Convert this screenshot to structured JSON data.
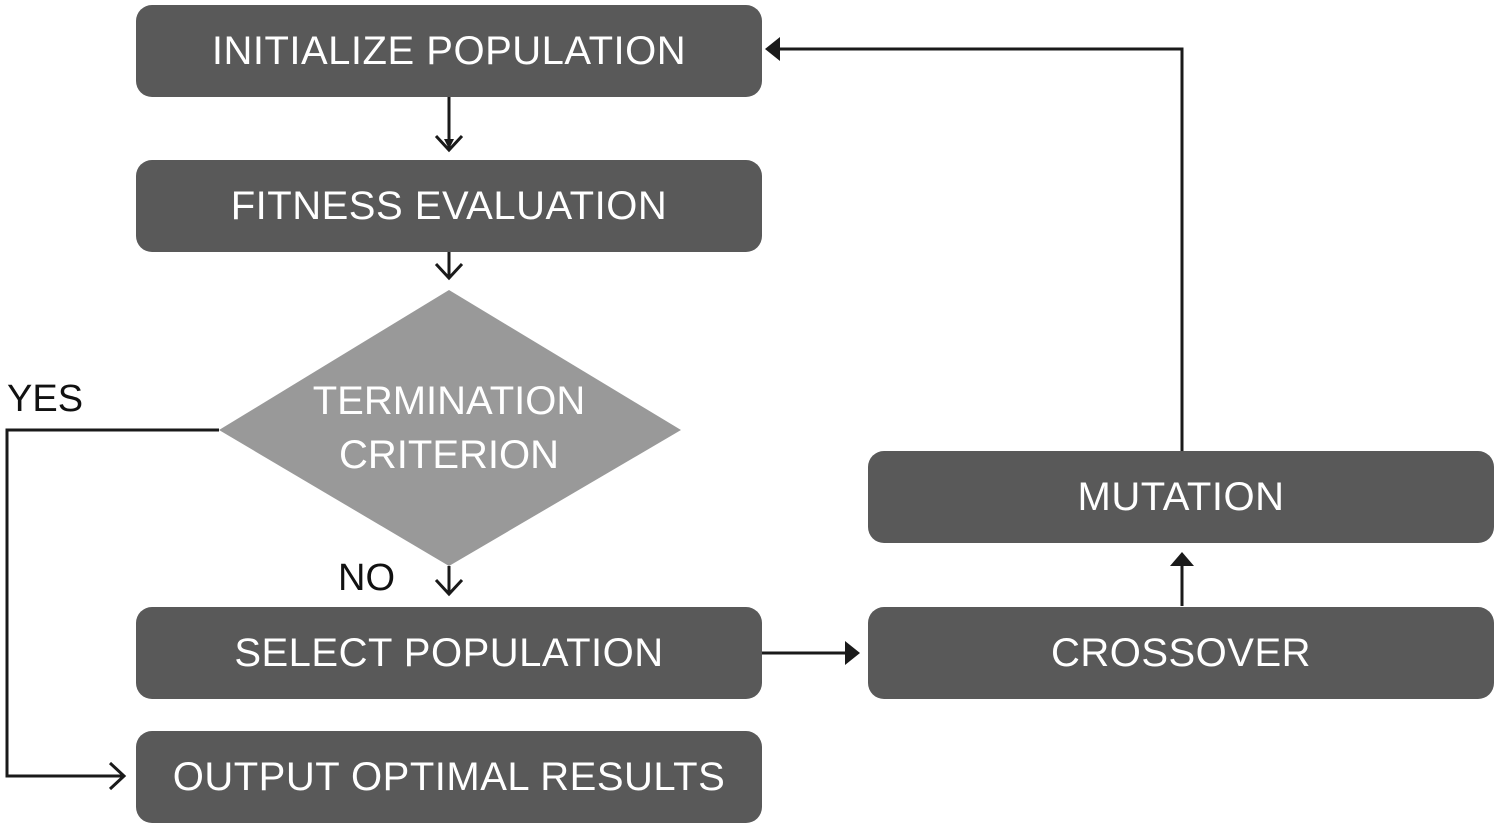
{
  "nodes": {
    "initialize": "INITIALIZE POPULATION",
    "fitness": "FITNESS EVALUATION",
    "termination_line1": "TERMINATION",
    "termination_line2": "CRITERION",
    "select": "SELECT POPULATION",
    "output": "OUTPUT OPTIMAL RESULTS",
    "crossover": "CROSSOVER",
    "mutation": "MUTATION"
  },
  "labels": {
    "yes": "YES",
    "no": "NO"
  },
  "colors": {
    "box_fill": "#595959",
    "diamond_fill": "#999999",
    "text": "#ffffff",
    "arrow": "#1a1a1a"
  }
}
